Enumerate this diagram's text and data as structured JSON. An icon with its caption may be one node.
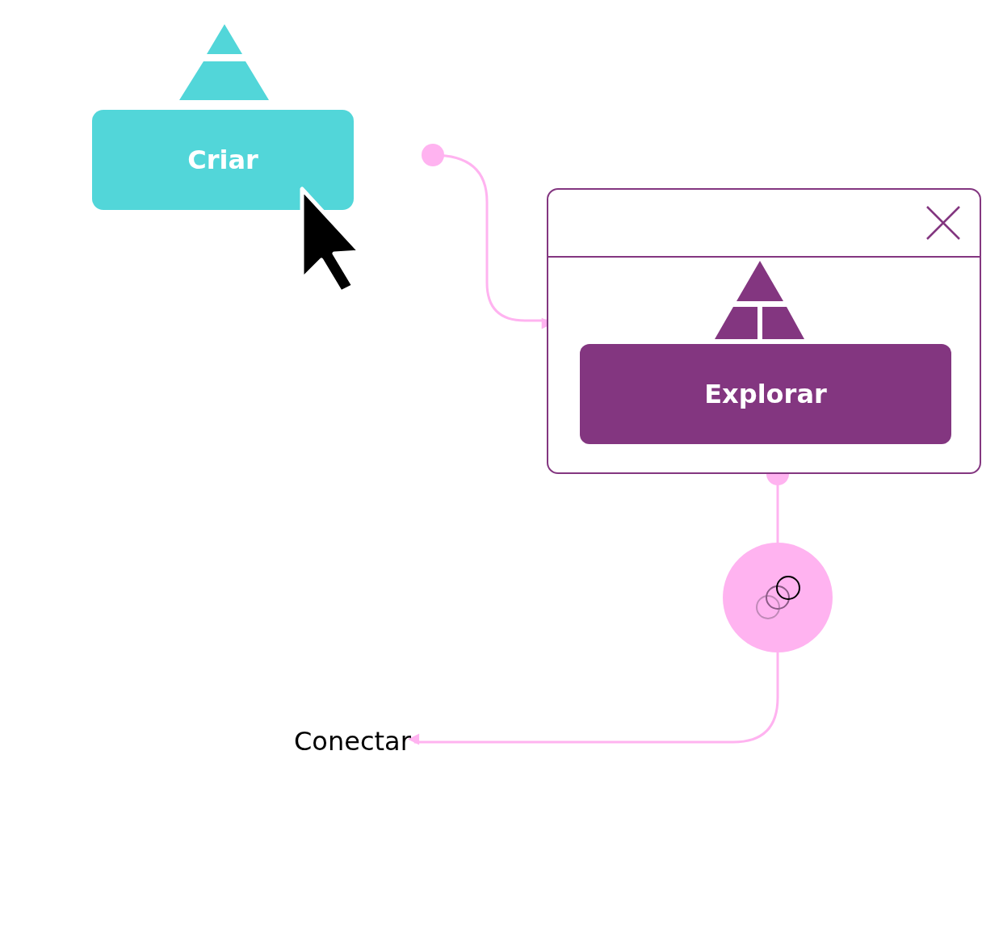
{
  "diagram": {
    "nodes": [
      {
        "text": [
          "Criar"
        ]
      },
      {
        "text": [],
        "shape": "box"
      },
      {
        "text": [
          "Explorar"
        ],
        "in": 1
      },
      {
        "text": [],
        "shape": "circle"
      },
      {
        "text": [
          "Conectar"
        ]
      }
    ],
    "edges": [
      {
        "from": null,
        "to": 1,
        "arrow": "to"
      },
      {
        "from": 1,
        "to": 3,
        "arrow": "other"
      },
      {
        "from": 3,
        "to": 4,
        "arrow": "to"
      }
    ]
  }
}
